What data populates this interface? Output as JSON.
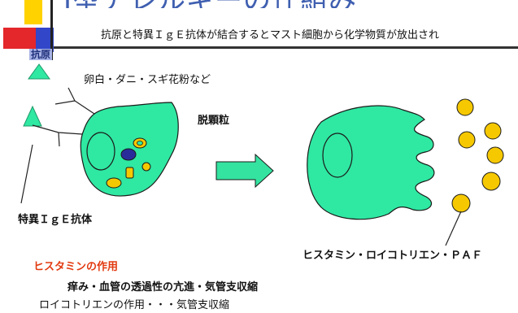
{
  "header": {
    "title": "I型アレルギーの仕組み",
    "subtitle": "抗原と特異ＩｇＥ抗体が結合するとマスト細胞から化学物質が放出され"
  },
  "labels": {
    "antigen": "抗原",
    "antigen_examples": "卵白・ダニ・スギ花粉など",
    "degranulation": "脱顆粒",
    "ige": "特異ＩｇＥ抗体",
    "mediators": "ヒスタミン・ロイコトリエン・ＰＡＦ"
  },
  "notes": {
    "histamine_heading": "ヒスタミンの作用",
    "histamine_effects": "痒み・血管の透過性の亢進・気管支収縮",
    "leukotriene_effect": "ロイコトリエンの作用・・・気管支収縮"
  },
  "colors": {
    "cell_fill": "#2fe8a2",
    "granule": "#f6c800",
    "nucleus_blue": "#2a2b9a",
    "arrow": "#34e3a0",
    "accent_red": "#e23a10",
    "title_blue": "#3f5fb0",
    "logo_yellow": "#ffd200",
    "logo_red": "#e3272b",
    "logo_blue": "#3146c8"
  }
}
